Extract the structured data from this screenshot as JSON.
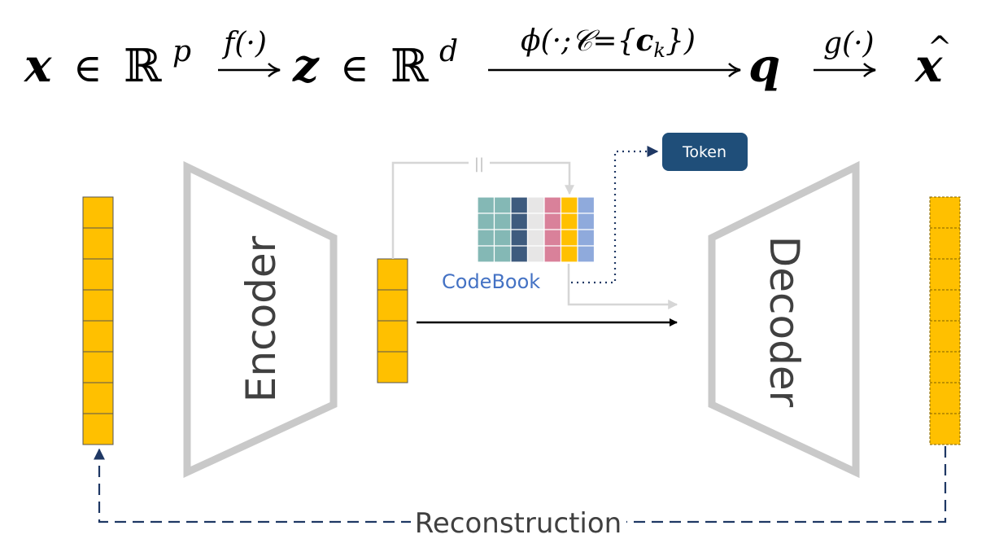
{
  "formula": {
    "x": "x",
    "in1": "∈",
    "space1": "ℝ",
    "sup1": "p",
    "f": "f(·)",
    "z": "z",
    "in2": "∈",
    "space2": "ℝ",
    "sup2": "d",
    "phi_prefix": "ϕ(·;",
    "phi_set": "𝒞={",
    "phi_c": "c",
    "phi_k": "k",
    "phi_suffix": "})",
    "q": "q",
    "g": "g(·)",
    "xhat": "x",
    "hat": "^"
  },
  "labels": {
    "encoder": "Encoder",
    "decoder": "Decoder",
    "codebook": "CodeBook",
    "token": "Token",
    "reconstruction": "Reconstruction",
    "stop_gradient": "||"
  },
  "colors": {
    "vector_fill": "#FFC000",
    "trapezoid": "#C9C9C9",
    "token_box": "#1F4E79",
    "dashed_arrow": "#1F3864",
    "codebook_label": "#4472C4",
    "codebook_columns": [
      "#84B8B5",
      "#84B8B5",
      "#3E5B7E",
      "#E7E6E6",
      "#D9819A",
      "#FFC000",
      "#8FAADC"
    ]
  }
}
